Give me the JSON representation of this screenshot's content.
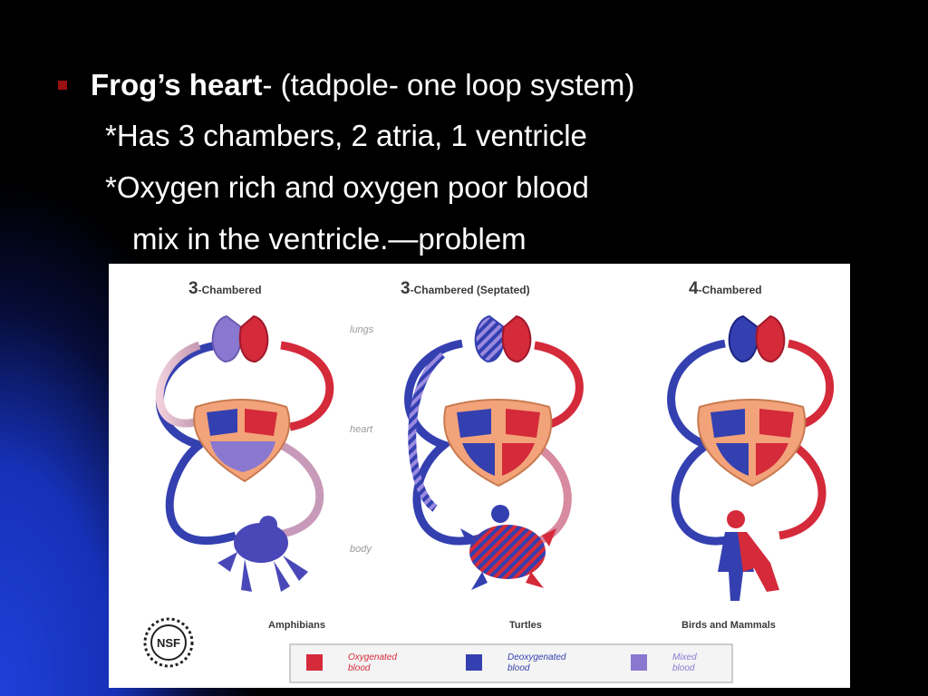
{
  "slide": {
    "bullet": {
      "bold": "Frog’s heart",
      "rest": "- (tadpole- one loop system)"
    },
    "line2": "*Has 3 chambers, 2 atria, 1 ventricle",
    "line3": "*Oxygen rich and oxygen poor blood",
    "line4": "mix in the ventricle.—problem"
  },
  "figure": {
    "panels": [
      {
        "title_num": "3",
        "title_rest": "-Chambered",
        "caption": "Amphibians"
      },
      {
        "title_num": "3",
        "title_rest": "-Chambered (Septated)",
        "caption": "Turtles"
      },
      {
        "title_num": "4",
        "title_rest": "-Chambered",
        "caption": "Birds and Mammals"
      }
    ],
    "row_labels": {
      "lungs": "lungs",
      "heart": "heart",
      "body": "body"
    },
    "logo": "NSF",
    "legend": [
      {
        "label_line1": "Oxygenated",
        "label_line2": "blood",
        "color": "#d42a3a"
      },
      {
        "label_line1": "Deoxygenated",
        "label_line2": "blood",
        "color": "#3440b0"
      },
      {
        "label_line1": "Mixed",
        "label_line2": "blood",
        "color": "#8a78d0"
      }
    ]
  },
  "colors": {
    "oxygenated": "#d42a3a",
    "deoxygenated": "#3440b0",
    "mixed": "#8a78d0",
    "heart_wall": "#f2a37a",
    "bullet": "#9b1010"
  }
}
